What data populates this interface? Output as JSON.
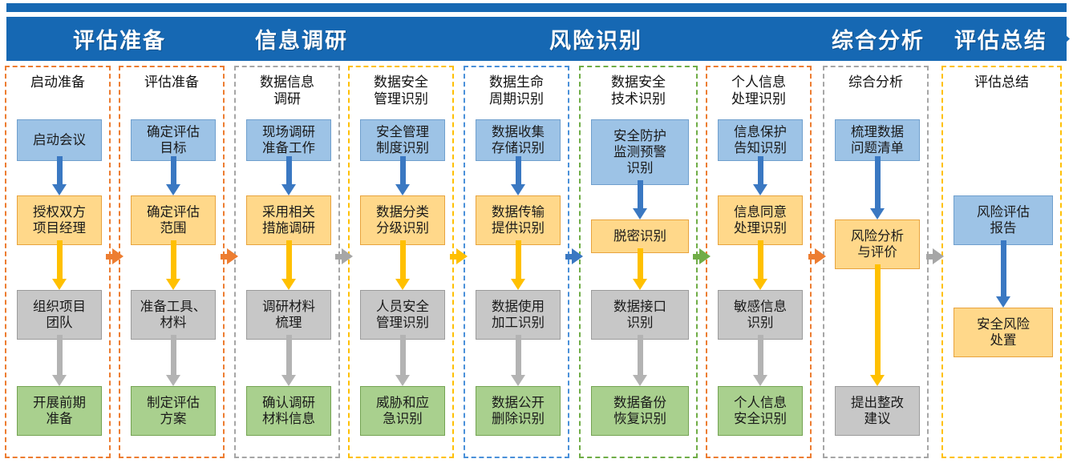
{
  "header": {
    "phases": [
      {
        "label": "评估准备"
      },
      {
        "label": "信息调研"
      },
      {
        "label": "风险识别"
      },
      {
        "label": "综合分析"
      },
      {
        "label": "评估总结"
      }
    ],
    "bar_color": "#1668b3"
  },
  "colors": {
    "blue_node": "#9dc3e6",
    "orange_node": "#ffd88a",
    "gray_node": "#c7c7c7",
    "green_node": "#a9d08e",
    "border_orange": "#ed7d31",
    "border_gray": "#a6a6a6",
    "border_yellow": "#ffc000",
    "border_blue": "#4a90d9",
    "border_green": "#70ad47",
    "arrow_blue": "#3a78c2",
    "arrow_yellow": "#ffc000",
    "arrow_gray": "#b3b3b3"
  },
  "columns": [
    {
      "title": "启动准备",
      "border": "#ed7d31",
      "nodes": [
        {
          "label": "启动会议",
          "type": "blue"
        },
        {
          "label": "授权双方\n项目经理",
          "type": "orange"
        },
        {
          "label": "组织项目\n团队",
          "type": "gray"
        },
        {
          "label": "开展前期\n准备",
          "type": "green"
        }
      ]
    },
    {
      "title": "评估准备",
      "border": "#ed7d31",
      "nodes": [
        {
          "label": "确定评估\n目标",
          "type": "blue"
        },
        {
          "label": "确定评估\n范围",
          "type": "orange"
        },
        {
          "label": "准备工具、\n材料",
          "type": "gray"
        },
        {
          "label": "制定评估\n方案",
          "type": "green"
        }
      ]
    },
    {
      "title": "数据信息\n调研",
      "border": "#a6a6a6",
      "nodes": [
        {
          "label": "现场调研\n准备工作",
          "type": "blue"
        },
        {
          "label": "采用相关\n措施调研",
          "type": "orange"
        },
        {
          "label": "调研材料\n梳理",
          "type": "gray"
        },
        {
          "label": "确认调研\n材料信息",
          "type": "green"
        }
      ]
    },
    {
      "title": "数据安全\n管理识别",
      "border": "#ffc000",
      "nodes": [
        {
          "label": "安全管理\n制度识别",
          "type": "blue"
        },
        {
          "label": "数据分类\n分级识别",
          "type": "orange"
        },
        {
          "label": "人员安全\n管理识别",
          "type": "gray"
        },
        {
          "label": "威胁和应\n急识别",
          "type": "green"
        }
      ]
    },
    {
      "title": "数据生命\n周期识别",
      "border": "#4a90d9",
      "nodes": [
        {
          "label": "数据收集\n存储识别",
          "type": "blue"
        },
        {
          "label": "数据传输\n提供识别",
          "type": "orange"
        },
        {
          "label": "数据使用\n加工识别",
          "type": "gray"
        },
        {
          "label": "数据公开\n删除识别",
          "type": "green"
        }
      ]
    },
    {
      "title": "数据安全\n技术识别",
      "border": "#70ad47",
      "nodes": [
        {
          "label": "安全防护\n监测预警\n识别",
          "type": "blue"
        },
        {
          "label": "脱密识别",
          "type": "orange"
        },
        {
          "label": "数据接口\n识别",
          "type": "gray"
        },
        {
          "label": "数据备份\n恢复识别",
          "type": "green"
        }
      ]
    },
    {
      "title": "个人信息\n处理识别",
      "border": "#ed7d31",
      "nodes": [
        {
          "label": "信息保护\n告知识别",
          "type": "blue"
        },
        {
          "label": "信息同意\n处理识别",
          "type": "orange"
        },
        {
          "label": "敏感信息\n识别",
          "type": "gray"
        },
        {
          "label": "个人信息\n安全识别",
          "type": "green"
        }
      ]
    },
    {
      "title": "综合分析",
      "border": "#a6a6a6",
      "nodes": [
        {
          "label": "梳理数据\n问题清单",
          "type": "blue"
        },
        {
          "label": "风险分析\n与评价",
          "type": "orange"
        },
        {
          "label": "提出整改\n建议",
          "type": "gray"
        }
      ]
    },
    {
      "title": "评估总结",
      "border": "#ffc000",
      "nodes": [
        {
          "label": "风险评估\n报告",
          "type": "blue"
        },
        {
          "label": "安全风险\n处置",
          "type": "orange"
        }
      ]
    }
  ],
  "connectors_between_columns": [
    {
      "from": "启动准备",
      "to": "评估准备",
      "color": "#ed7d31"
    },
    {
      "from": "评估准备",
      "to": "数据信息调研",
      "color": "#ed7d31"
    },
    {
      "from": "数据信息调研",
      "to": "数据安全管理识别",
      "color": "#a6a6a6"
    },
    {
      "from": "数据安全管理识别",
      "to": "数据生命周期识别",
      "color": "#ffc000"
    },
    {
      "from": "数据生命周期识别",
      "to": "数据安全技术识别",
      "color": "#3a78c2"
    },
    {
      "from": "数据安全技术识别",
      "to": "个人信息处理识别",
      "color": "#70ad47"
    },
    {
      "from": "个人信息处理识别",
      "to": "综合分析",
      "color": "#ed7d31"
    },
    {
      "from": "综合分析",
      "to": "评估总结",
      "color": "#a6a6a6"
    }
  ]
}
